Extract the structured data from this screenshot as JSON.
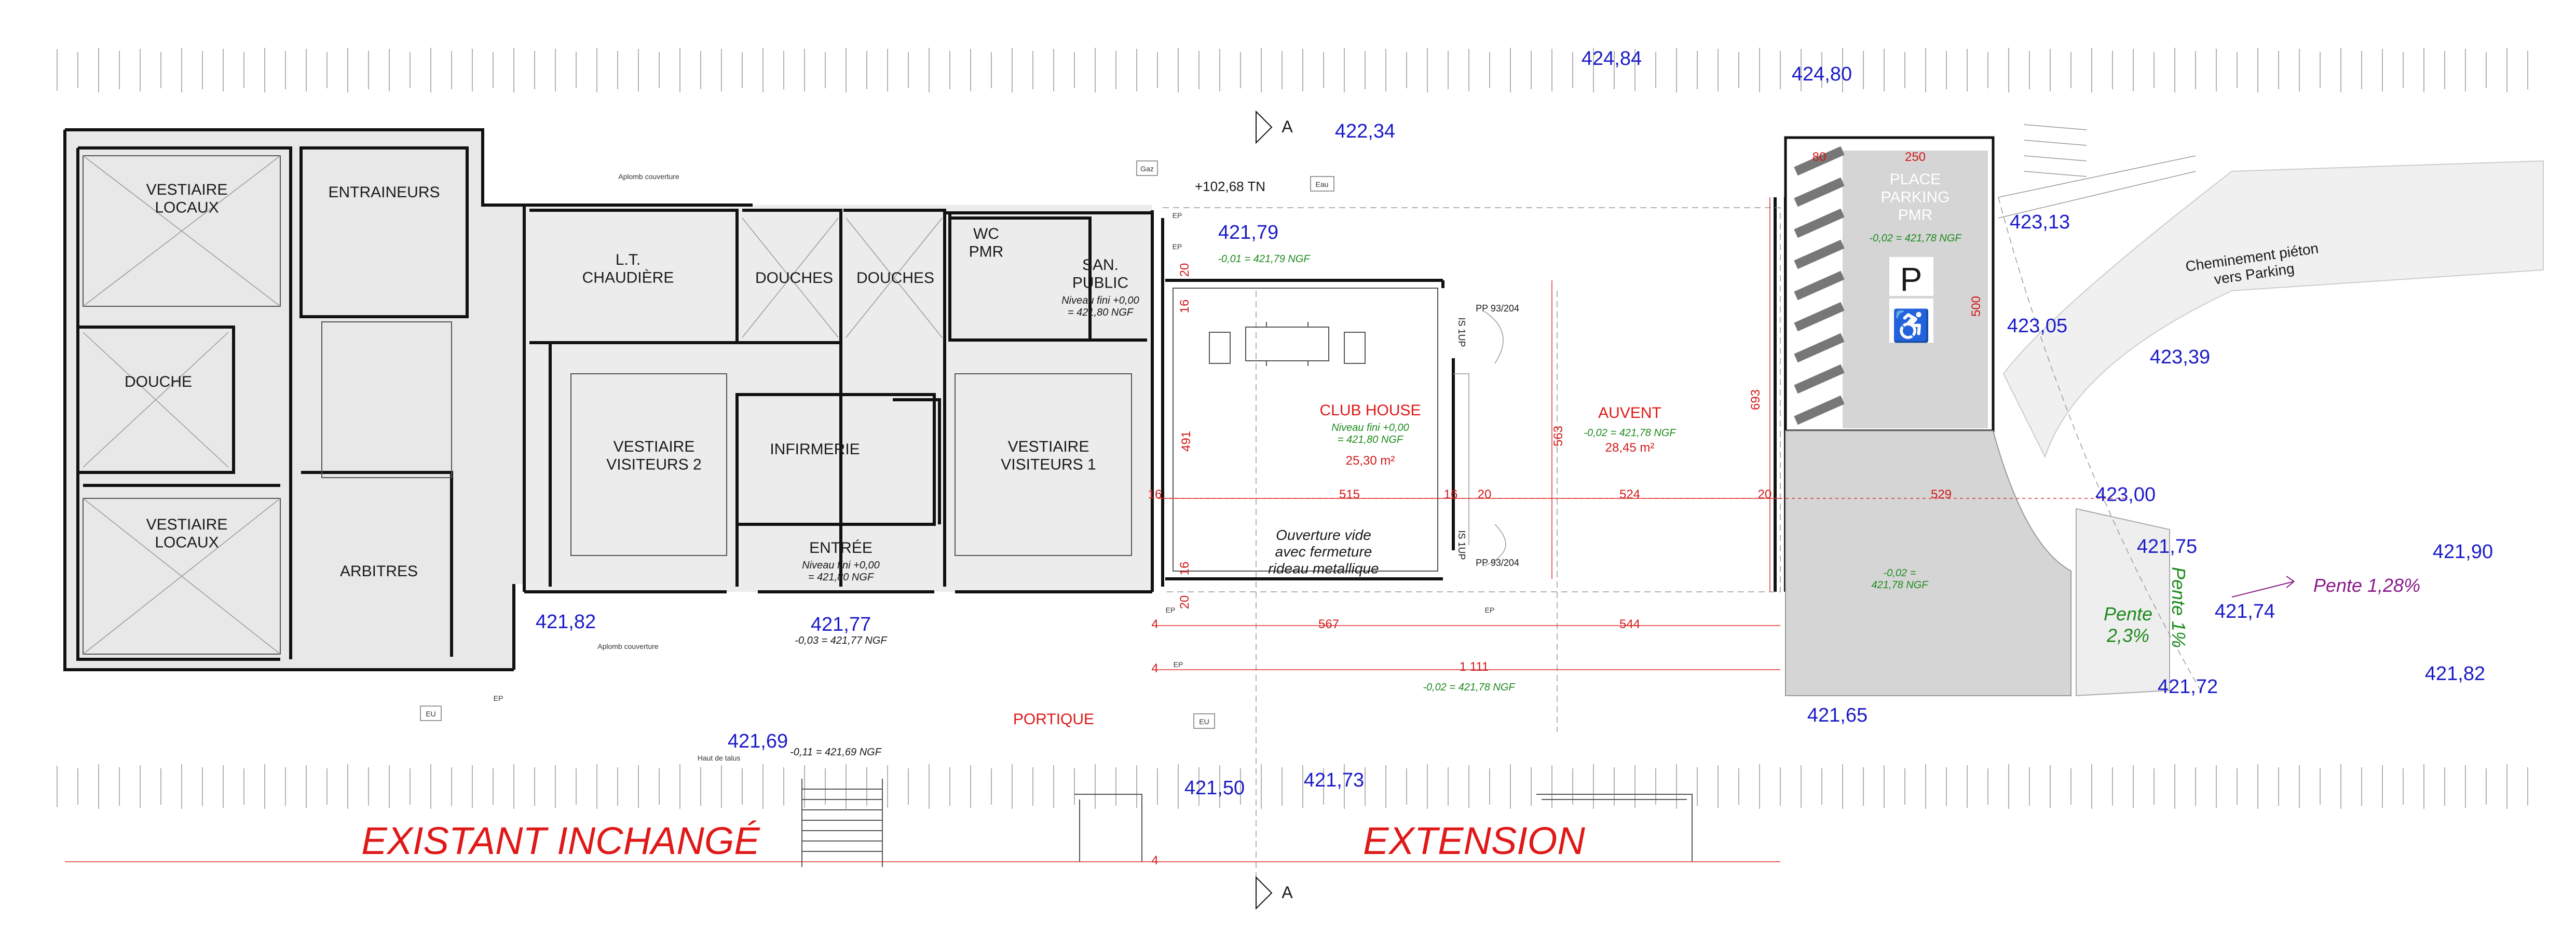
{
  "colors": {
    "level": "#1b1bc8",
    "ngf": "#1e8a1e",
    "dimension": "#d11a1a",
    "heading": "#e01818",
    "slope_pink": "#8a1a8a",
    "slope_green": "#1e8a1e"
  },
  "levels": {
    "l42484": "424,84",
    "l42480": "424,80",
    "l42234": "422,34",
    "l42313": "423,13",
    "l42305": "423,05",
    "l42339": "423,39",
    "l42300": "423,00",
    "l42175": "421,75",
    "l42190": "421,90",
    "l42174": "421,74",
    "l42182b": "421,82",
    "l42172": "421,72",
    "l42165": "421,65",
    "l42150": "421,50",
    "l42173": "421,73",
    "l42169": "421,69",
    "l42177": "421,77",
    "l42182": "421,82",
    "l42179": "421,79"
  },
  "rooms": {
    "vestiaire_locaux": "VESTIAIRE\nLOCAUX",
    "entraineurs": "ENTRAINEURS",
    "douche": "DOUCHE",
    "arbitres": "ARBITRES",
    "lt_chaudiere": "L.T.\nCHAUDIÈRE",
    "douches": "DOUCHES",
    "wc_pmr": "WC\nPMR",
    "san_public": "SAN.\nPUBLIC",
    "vestiaire_visiteurs_2": "VESTIAIRE\nVISITEURS 2",
    "infirmerie": "INFIRMERIE",
    "vestiaire_visiteurs_1": "VESTIAIRE\nVISITEURS 1",
    "entree": "ENTRÉE",
    "club_house": "CLUB HOUSE",
    "auvent": "AUVENT",
    "portique": "PORTIQUE",
    "place_parking_pmr": "PLACE\nPARKING\nPMR"
  },
  "ngf": {
    "san_public": "Niveau fini +0,00\n= 421,80 NGF",
    "entree": "Niveau fini +0,00\n= 421,80 NGF",
    "club_house": "Niveau fini +0,00\n= 421,80 NGF",
    "auvent": "-0,02 = 421,78 NGF",
    "parking": "-0,02 = 421,78 NGF",
    "ep_top": "-0,01 = 421,79 NGF",
    "under_42177": "-0,03 = 421,77 NGF",
    "haut_talus": "-0,11 = 421,69 NGF",
    "portique": "-0,02 = 421,78 NGF",
    "ramp": "-0,02 =\n421,78 NGF"
  },
  "areas": {
    "club_house": "25,30 m²",
    "auvent": "28,45 m²"
  },
  "dims": {
    "d515": "515",
    "d524": "524",
    "d529": "529",
    "d567": "567",
    "d544": "544",
    "d1111": "1 111",
    "d491": "491",
    "d563": "563",
    "d693": "693",
    "d80": "80",
    "d250": "250",
    "d500": "500",
    "d16": "16",
    "d20": "20",
    "d4": "4"
  },
  "notes": {
    "ouverture": "Ouverture vide\navec fermeture\nrideau metallique",
    "cheminement": "Cheminement piéton\nvers Parking",
    "tn": "+102,68 TN",
    "aplomb": "Aplomb couverture",
    "haut_de_talus": "Haut de talus",
    "pp": "PP 93/204",
    "is1up": "IS 1UP"
  },
  "slopes": {
    "p128": "Pente 1,28%",
    "p23": "Pente\n2,3%",
    "p1": "Pente 1%"
  },
  "tags": {
    "ep": "EP",
    "eu": "EU",
    "eau": "Eau",
    "gaz": "Gaz",
    "section": "A"
  },
  "headings": {
    "existant": "EXISTANT INCHANGÉ",
    "extension": "EXTENSION"
  }
}
